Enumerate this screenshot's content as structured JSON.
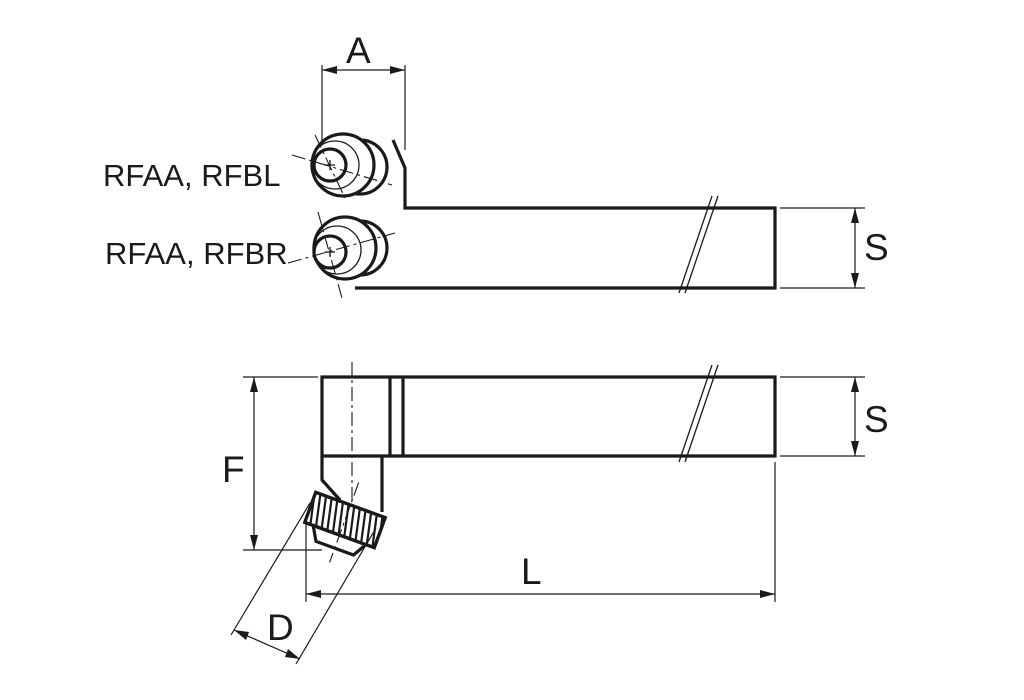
{
  "labels": {
    "dim_a": "A",
    "dim_s_top": "S",
    "dim_s_bottom": "S",
    "dim_f": "F",
    "dim_l": "L",
    "dim_d": "D",
    "roller_upper": "RFAA, RFBL",
    "roller_lower": "RFAA, RFBR"
  },
  "colors": {
    "line": "#1a1a1a",
    "background": "#ffffff"
  }
}
